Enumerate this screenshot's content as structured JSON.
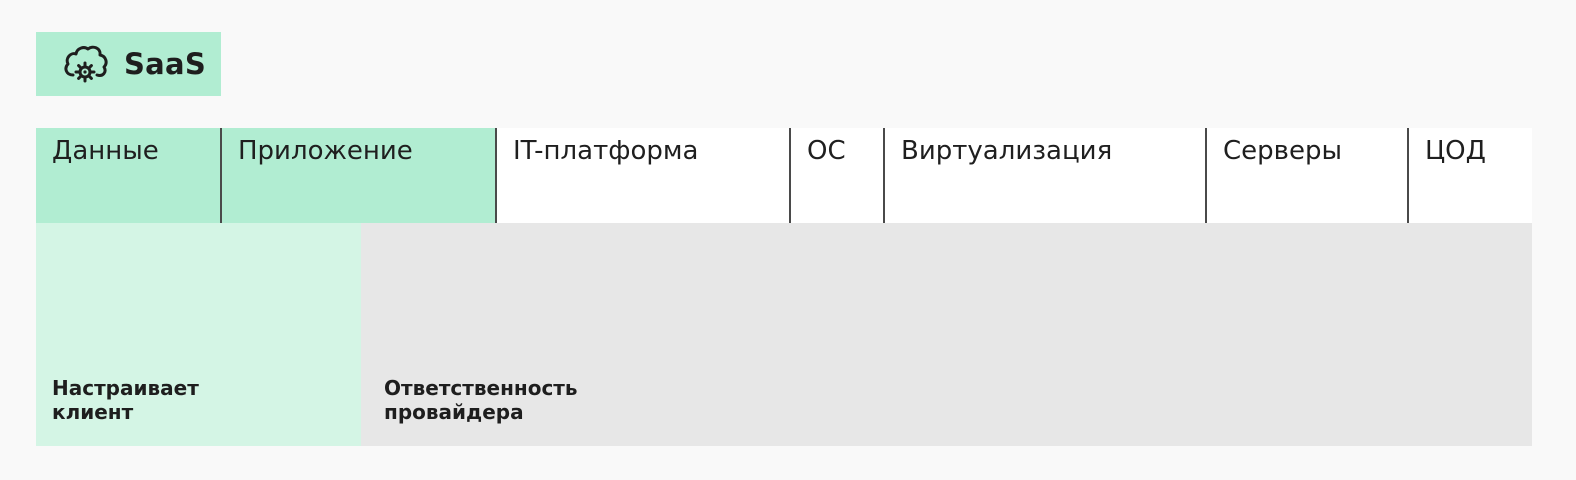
{
  "badge": {
    "icon": "cloud-gear-icon",
    "label": "SaaS",
    "color": "#b1edd2"
  },
  "layers": [
    {
      "label": "Данные",
      "managed_by": "client"
    },
    {
      "label": "Приложение",
      "managed_by": "client"
    },
    {
      "label": "IT-платформа",
      "managed_by": "provider"
    },
    {
      "label": "ОС",
      "managed_by": "provider"
    },
    {
      "label": "Виртуализация",
      "managed_by": "provider"
    },
    {
      "label": "Серверы",
      "managed_by": "provider"
    },
    {
      "label": "ЦОД",
      "managed_by": "provider"
    }
  ],
  "zones": {
    "client": {
      "label": "Настраивает клиент",
      "color": "#d4f5e5"
    },
    "provider": {
      "label": "Ответственность провайдера",
      "color": "#e7e7e7"
    }
  },
  "colors": {
    "client_layer": "#b1edd2",
    "provider_layer": "#ffffff",
    "divider": "#4a4a4a"
  }
}
